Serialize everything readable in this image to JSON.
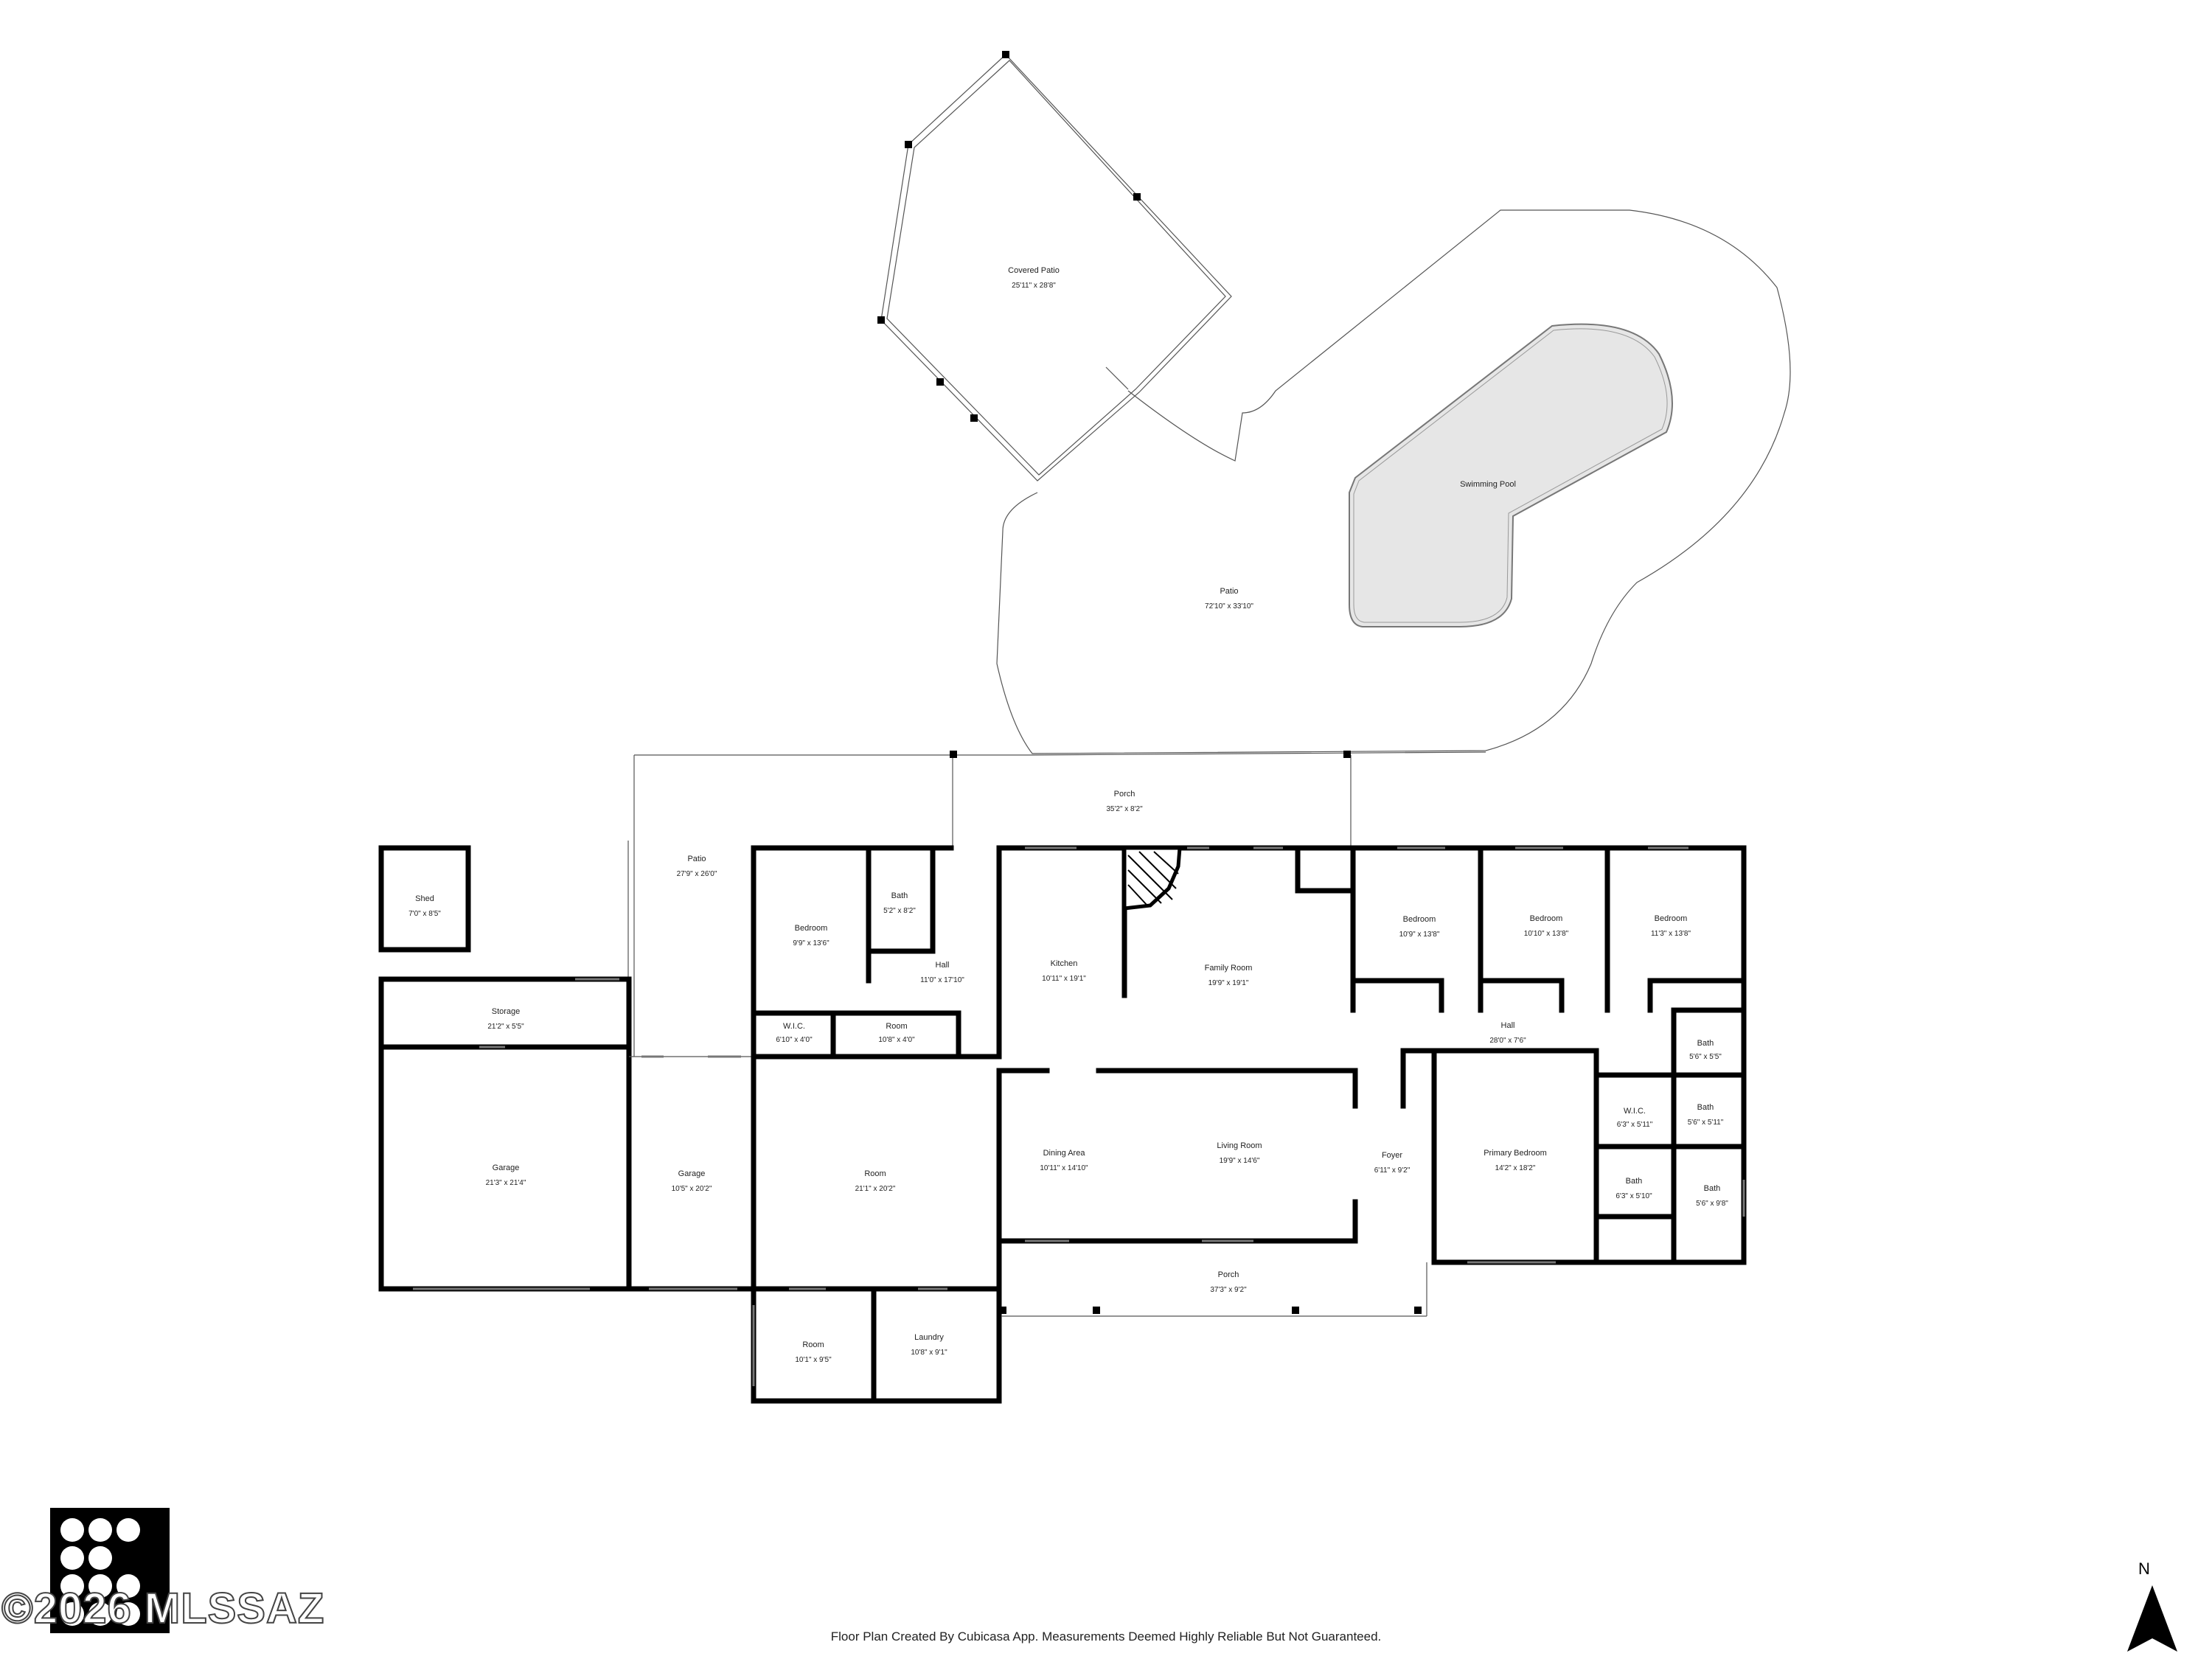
{
  "rooms": {
    "covered_patio": {
      "name": "Covered Patio",
      "dims": "25'11\" x 28'8\""
    },
    "swimming_pool": {
      "name": "Swimming Pool",
      "dims": ""
    },
    "patio_back": {
      "name": "Patio",
      "dims": "72'10\" x 33'10\""
    },
    "porch_back": {
      "name": "Porch",
      "dims": "35'2\" x 8'2\""
    },
    "patio_side": {
      "name": "Patio",
      "dims": "27'9\" x 26'0\""
    },
    "shed": {
      "name": "Shed",
      "dims": "7'0\" x 8'5\""
    },
    "storage": {
      "name": "Storage",
      "dims": "21'2\" x 5'5\""
    },
    "garage_main": {
      "name": "Garage",
      "dims": "21'3\" x 21'4\""
    },
    "garage_small": {
      "name": "Garage",
      "dims": "10'5\" x 20'2\""
    },
    "bedroom_1": {
      "name": "Bedroom",
      "dims": "9'9\" x 13'6\""
    },
    "bath_1": {
      "name": "Bath",
      "dims": "5'2\" x 8'2\""
    },
    "hall_1": {
      "name": "Hall",
      "dims": "11'0\" x 17'10\""
    },
    "wic_1": {
      "name": "W.I.C.",
      "dims": "6'10\" x 4'0\""
    },
    "room_small": {
      "name": "Room",
      "dims": "10'8\" x 4'0\""
    },
    "kitchen": {
      "name": "Kitchen",
      "dims": "10'11\" x 19'1\""
    },
    "family_room": {
      "name": "Family Room",
      "dims": "19'9\" x 19'1\""
    },
    "bedroom_2": {
      "name": "Bedroom",
      "dims": "10'9\" x 13'8\""
    },
    "bedroom_3": {
      "name": "Bedroom",
      "dims": "10'10\" x 13'8\""
    },
    "bedroom_4": {
      "name": "Bedroom",
      "dims": "11'3\" x 13'8\""
    },
    "hall_2": {
      "name": "Hall",
      "dims": "28'0\" x 7'6\""
    },
    "bath_2": {
      "name": "Bath",
      "dims": "5'6\" x 5'5\""
    },
    "wic_2": {
      "name": "W.I.C.",
      "dims": "6'3\" x 5'11\""
    },
    "bath_3": {
      "name": "Bath",
      "dims": "5'6\" x 5'11\""
    },
    "bath_4": {
      "name": "Bath",
      "dims": "6'3\" x 5'10\""
    },
    "bath_5": {
      "name": "Bath",
      "dims": "5'6\" x 9'8\""
    },
    "primary_bedroom": {
      "name": "Primary Bedroom",
      "dims": "14'2\" x 18'2\""
    },
    "room_large": {
      "name": "Room",
      "dims": "21'1\" x 20'2\""
    },
    "dining_area": {
      "name": "Dining Area",
      "dims": "10'11\" x 14'10\""
    },
    "living_room": {
      "name": "Living Room",
      "dims": "19'9\" x 14'6\""
    },
    "foyer": {
      "name": "Foyer",
      "dims": "6'11\" x 9'2\""
    },
    "porch_front": {
      "name": "Porch",
      "dims": "37'3\" x 9'2\""
    },
    "room_front": {
      "name": "Room",
      "dims": "10'1\" x 9'5\""
    },
    "laundry": {
      "name": "Laundry",
      "dims": "10'8\" x 9'1\""
    }
  },
  "footer": {
    "disclaimer": "Floor Plan Created By Cubicasa App. Measurements Deemed Highly Reliable But Not Guaranteed."
  },
  "watermark": {
    "text": "©2026 MLSSAZ"
  },
  "compass": {
    "label": "N"
  },
  "colors": {
    "wall": "#000000",
    "pool": "#e6e6e6",
    "outline": "#555555",
    "background": "#ffffff"
  }
}
